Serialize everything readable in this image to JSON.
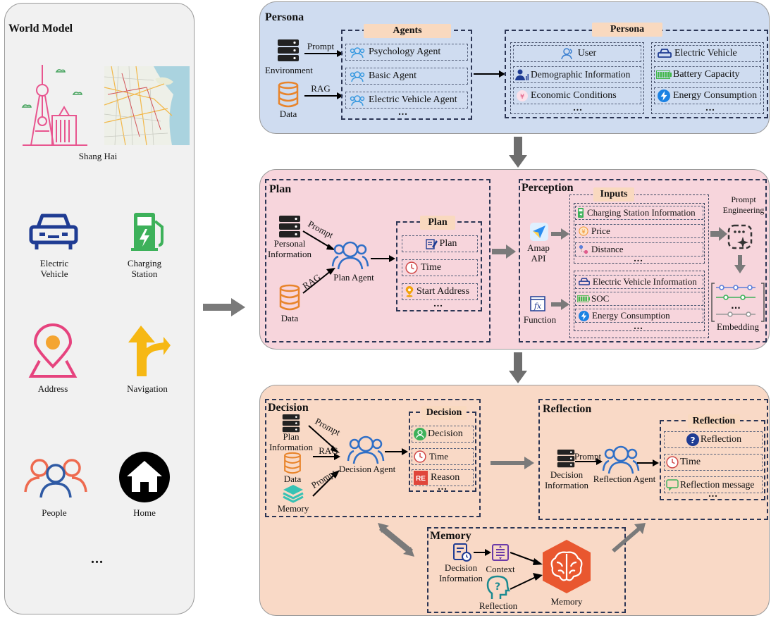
{
  "world_model": {
    "title": "World Model",
    "city": "Shang Hai",
    "items": [
      "Electric\nVehicle",
      "Charging\nStation",
      "Address",
      "Navigation",
      "People",
      "Home"
    ],
    "more": "..."
  },
  "persona_section": {
    "title": "Persona",
    "environment": "Environment",
    "data": "Data",
    "prompt": "Prompt",
    "rag": "RAG",
    "agents_tag": "Agents",
    "agents": [
      "Psychology Agent",
      "Basic Agent",
      "Electric Vehicle Agent"
    ],
    "persona_tag": "Persona",
    "user_items": [
      "User",
      "Demographic Information",
      "Economic Conditions"
    ],
    "ev_items": [
      "Electric Vehicle",
      "Battery Capacity",
      "Energy Consumption"
    ],
    "more": "..."
  },
  "plan_section": {
    "title": "Plan",
    "personal_information": "Personal\nInformation",
    "data": "Data",
    "prompt": "Prompt",
    "rag": "RAG",
    "agent": "Plan Agent",
    "plan_tag": "Plan",
    "plan_items": [
      "Plan",
      "Time",
      "Start Address"
    ],
    "more": "...",
    "perception_title": "Perception",
    "inputs_tag": "Inputs",
    "amap": "Amap\nAPI",
    "function": "Function",
    "amap_items": [
      "Charging Station Information",
      "Price",
      "Distance"
    ],
    "function_items": [
      "Electric Vehicle Information",
      "SOC",
      "Energy Consumption"
    ],
    "prompt_engineering": "Prompt\nEngineering",
    "embedding": "Embedding"
  },
  "decision_section": {
    "title": "Decision",
    "plan_information": "Plan\nInformation",
    "data": "Data",
    "memory": "Memory",
    "prompt1": "Prompt",
    "rag": "RAG",
    "prompt2": "Prompt",
    "agent": "Decision Agent",
    "decision_tag": "Decision",
    "decision_items": [
      "Decision",
      "Time",
      "Reason"
    ],
    "reason_badge": "RE",
    "more": "...",
    "reflection_title": "Reflection",
    "decision_information": "Decision\nInformation",
    "prompt3": "Prompt",
    "reflection_agent": "Reflection Agent",
    "reflection_tag": "Reflection",
    "reflection_items": [
      "Reflection",
      "Time",
      "Reflection message"
    ],
    "memory_title": "Memory",
    "mem_decision_information": "Decision\nInformation",
    "context": "Context",
    "mem_reflection": "Reflection",
    "memory_label": "Memory"
  }
}
